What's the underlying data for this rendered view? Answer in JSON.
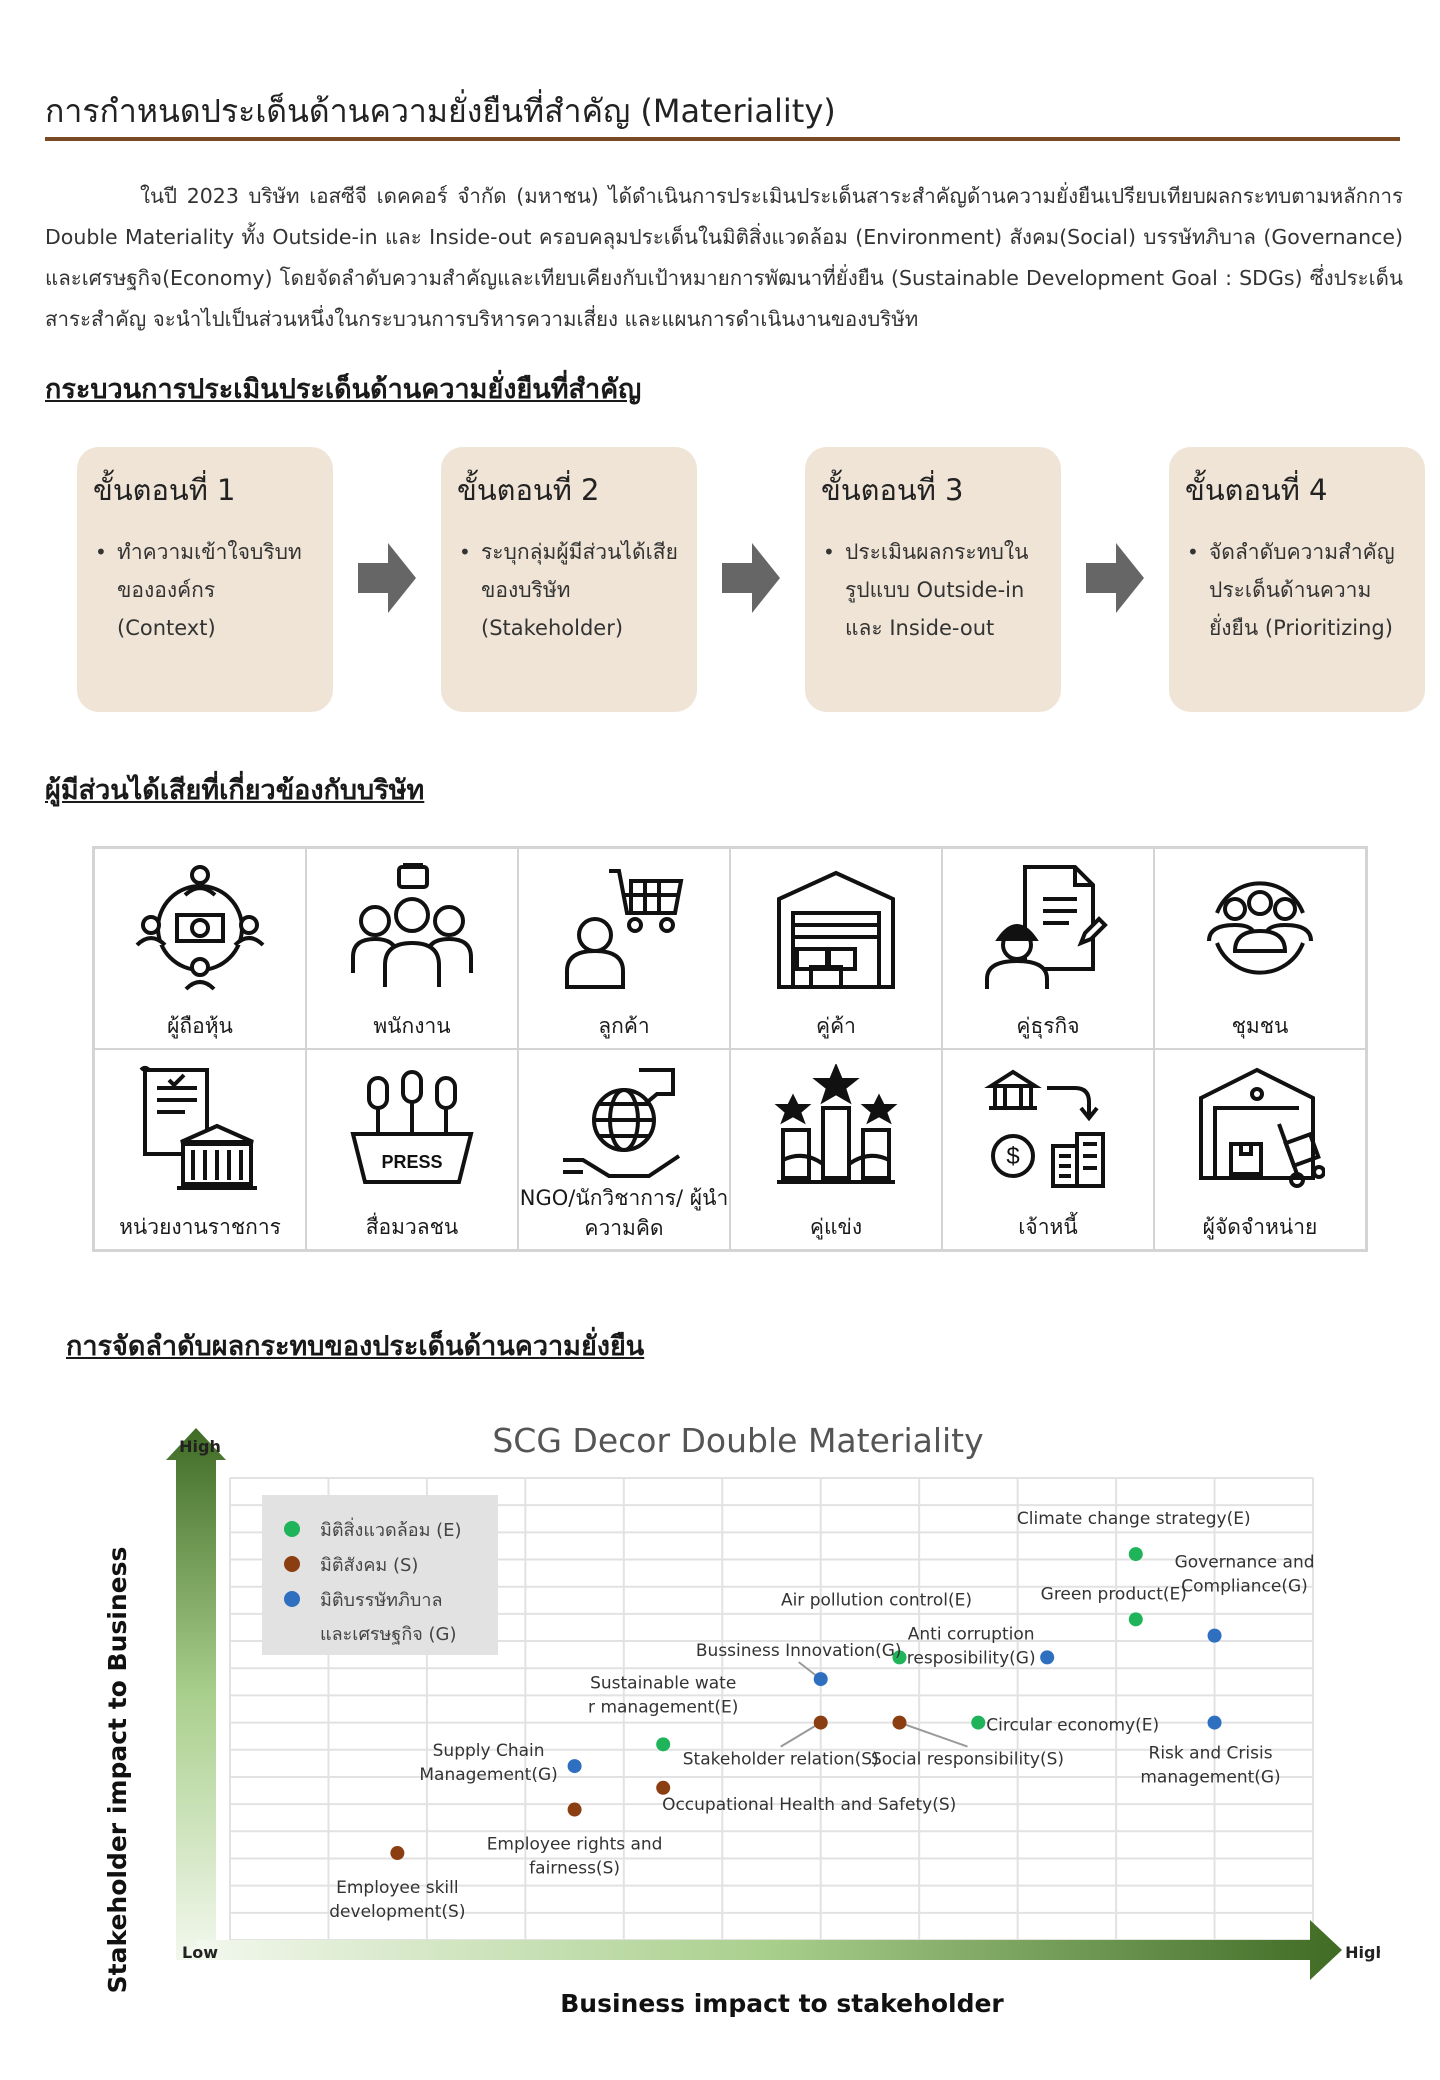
{
  "page": {
    "title": "การกำหนดประเด็นด้านความยั่งยืนที่สำคัญ (Materiality)",
    "intro": "ในปี 2023 บริษัท เอสซีจี เดคคอร์ จำกัด (มหาชน) ได้ดำเนินการประเมินประเด็นสาระสำคัญด้านความยั่งยืนเปรียบเทียบผลกระทบตามหลักการ Double Materiality ทั้ง Outside-in และ Inside-out ครอบคลุมประเด็นในมิติสิ่งแวดล้อม (Environment) สังคม(Social) บรรษัทภิบาล (Governance) และเศรษฐกิจ(Economy) โดยจัดลำดับความสำคัญและเทียบเคียงกับเป้าหมายการพัฒนาที่ยั่งยืน (Sustainable Development Goal : SDGs) ซึ่งประเด็นสาระสำคัญ จะนำไปเป็นส่วนหนึ่งในกระบวนการบริหารความเสี่ยง และแผนการดำเนินงานของบริษัท"
  },
  "process": {
    "heading": "กระบวนการประเมินประเด็นด้านความยั่งยืนที่สำคัญ",
    "steps": [
      {
        "title": "ขั้นตอนที่ 1",
        "body": "ทำความเข้าใจบริบทขององค์กร (Context)"
      },
      {
        "title": "ขั้นตอนที่ 2",
        "body": "ระบุกลุ่มผู้มีส่วนได้เสียของบริษัท (Stakeholder)"
      },
      {
        "title": "ขั้นตอนที่ 3",
        "body": "ประเมินผลกระทบในรูปแบบ Outside-in และ Inside-out"
      },
      {
        "title": "ขั้นตอนที่ 4",
        "body": "จัดลำดับความสำคัญประเด็นด้านความยั่งยืน (Prioritizing)"
      }
    ]
  },
  "stakeholders": {
    "heading": "ผู้มีส่วนได้เสียที่เกี่ยวข้องกับบริษัท",
    "items": [
      {
        "label": "ผู้ถือหุ้น",
        "icon": "shareholders-icon"
      },
      {
        "label": "พนักงาน",
        "icon": "employees-icon"
      },
      {
        "label": "ลูกค้า",
        "icon": "customer-icon"
      },
      {
        "label": "คู่ค้า",
        "icon": "supplier-warehouse-icon"
      },
      {
        "label": "คู่ธุรกิจ",
        "icon": "business-partner-icon"
      },
      {
        "label": "ชุมชน",
        "icon": "community-icon"
      },
      {
        "label": "หน่วยงานราชการ",
        "icon": "government-icon"
      },
      {
        "label": "สื่อมวลชน",
        "icon": "press-icon"
      },
      {
        "label": "NGO/นักวิชาการ/ ผู้นำความคิด",
        "icon": "ngo-globe-icon"
      },
      {
        "label": "คู่แข่ง",
        "icon": "competitor-icon"
      },
      {
        "label": "เจ้าหนี้",
        "icon": "creditor-icon"
      },
      {
        "label": "ผู้จัดจำหน่าย",
        "icon": "distributor-icon"
      }
    ],
    "press_text": "PRESS"
  },
  "prioritization": {
    "heading": "การจัดลำดับผลกระทบของประเด็นด้านความยั่งยืน"
  },
  "chart_data": {
    "type": "scatter",
    "title": "SCG Decor Double Materiality",
    "xlabel": "Business impact to stakeholder",
    "ylabel": "Stakeholder impact to Business",
    "x_low_label": "Low",
    "x_high_label": "High",
    "y_high_label": "High",
    "xlim": [
      0,
      11
    ],
    "ylim": [
      0,
      8.5
    ],
    "grid": true,
    "legend_position": "top-left",
    "colors": {
      "E": "#1fb35a",
      "S": "#8a3e12",
      "G": "#2f6fc0",
      "grid": "#e2e2e2",
      "arrow_dark": "#3f6b25",
      "arrow_light": "#e8f2de"
    },
    "series": [
      {
        "name": "มิติสิ่งแวดล้อม (E)",
        "key": "E"
      },
      {
        "name": "มิติสังคม (S)",
        "key": "S"
      },
      {
        "name": "มิติบรรษัทภิบาล และเศรษฐกิจ (G)",
        "key": "G"
      }
    ],
    "points": [
      {
        "label": "Climate change strategy(E)",
        "key": "E",
        "x": 9.2,
        "y": 7.1
      },
      {
        "label": "Green product(E)",
        "key": "E",
        "x": 9.2,
        "y": 5.9
      },
      {
        "label": "Governance and Compliance(G)",
        "key": "G",
        "x": 10.0,
        "y": 5.6
      },
      {
        "label": "Air pollution control(E)",
        "key": "E",
        "x": 6.8,
        "y": 5.2
      },
      {
        "label": "Anti corruption resposibility(G)",
        "key": "G",
        "x": 8.3,
        "y": 5.2
      },
      {
        "label": "Bussiness Innovation(G)",
        "key": "G",
        "x": 6.0,
        "y": 4.8
      },
      {
        "label": "Circular economy(E)",
        "key": "E",
        "x": 7.6,
        "y": 4.0
      },
      {
        "label": "Risk and Crisis management(G)",
        "key": "G",
        "x": 10.0,
        "y": 4.0
      },
      {
        "label": "Stakeholder relation(S)",
        "key": "S",
        "x": 6.0,
        "y": 4.0
      },
      {
        "label": "Social responsibility(S)",
        "key": "S",
        "x": 6.8,
        "y": 4.0
      },
      {
        "label": "Sustainable water management(E)",
        "key": "E",
        "x": 4.4,
        "y": 3.6
      },
      {
        "label": "Supply Chain Management(G)",
        "key": "G",
        "x": 3.5,
        "y": 3.2
      },
      {
        "label": "Occupational Health and Safety(S)",
        "key": "S",
        "x": 4.4,
        "y": 2.8
      },
      {
        "label": "Employee rights and fairness(S)",
        "key": "S",
        "x": 3.5,
        "y": 2.4
      },
      {
        "label": "Employee skill development(S)",
        "key": "S",
        "x": 1.7,
        "y": 1.6
      }
    ]
  }
}
